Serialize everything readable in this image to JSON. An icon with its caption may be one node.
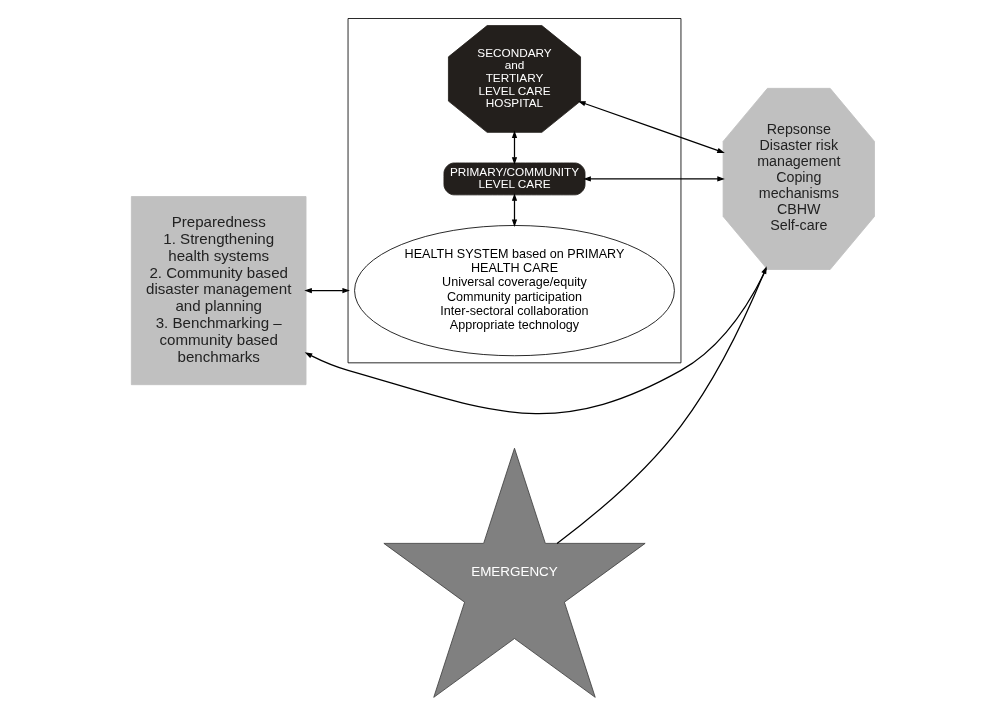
{
  "diagram": {
    "nodes": [
      {
        "text": [
          "Preparedness",
          "1. Strengthening health systems",
          "2. Community based disaster management and planning",
          "3. Benchmarking – community based benchmarks"
        ]
      },
      {
        "text": [],
        "shape": "bracket"
      },
      {
        "text": [
          "HEALTH SYSTEM based on PRIMARY HEALTH CARE",
          "Universal coverage/equity",
          "Community participation",
          "Inter-sectoral collaboration",
          "Appropriate technology"
        ],
        "in": 1
      },
      {
        "text": [
          "PRIMARY/COMMUNITY LEVEL CARE"
        ],
        "in": 1
      },
      {
        "text": [
          "SECONDARY and TERTIARY LEVEL CARE HOSPITAL"
        ],
        "in": 1
      },
      {
        "text": [
          "EMERGENCY"
        ]
      },
      {
        "text": [
          "Repsonse",
          "Disaster risk management",
          "Coping mechanisms",
          "CBHW",
          "Self-care"
        ]
      }
    ],
    "edges": [
      {
        "from": 0,
        "to": 1,
        "arrow": "both"
      },
      {
        "from": 2,
        "to": 3,
        "arrow": "both"
      },
      {
        "from": 3,
        "to": 4,
        "arrow": "both"
      },
      {
        "from": 3,
        "to": 6,
        "arrow": "both"
      },
      {
        "from": 4,
        "to": 6,
        "arrow": "both"
      },
      {
        "from": 5,
        "to": 6,
        "arrow": "to"
      },
      {
        "from": 6,
        "to": 0,
        "arrow": "to"
      }
    ]
  }
}
